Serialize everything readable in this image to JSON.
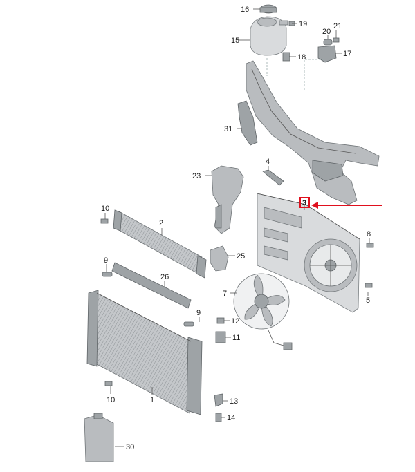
{
  "diagram": {
    "highlight_color": "#e0101e",
    "highlighted_callout": "3",
    "callouts": [
      {
        "id": "c16",
        "text": "16"
      },
      {
        "id": "c19",
        "text": "19"
      },
      {
        "id": "c15",
        "text": "15"
      },
      {
        "id": "c18",
        "text": "18"
      },
      {
        "id": "c20",
        "text": "20"
      },
      {
        "id": "c21",
        "text": "21"
      },
      {
        "id": "c17",
        "text": "17"
      },
      {
        "id": "c31",
        "text": "31"
      },
      {
        "id": "c4",
        "text": "4"
      },
      {
        "id": "c23",
        "text": "23"
      },
      {
        "id": "c3",
        "text": "3"
      },
      {
        "id": "c10a",
        "text": "10"
      },
      {
        "id": "c2",
        "text": "2"
      },
      {
        "id": "c8",
        "text": "8"
      },
      {
        "id": "c9a",
        "text": "9"
      },
      {
        "id": "c25",
        "text": "25"
      },
      {
        "id": "c26",
        "text": "26"
      },
      {
        "id": "c7",
        "text": "7"
      },
      {
        "id": "c5",
        "text": "5"
      },
      {
        "id": "c9b",
        "text": "9"
      },
      {
        "id": "c12",
        "text": "12"
      },
      {
        "id": "c11",
        "text": "11"
      },
      {
        "id": "c10b",
        "text": "10"
      },
      {
        "id": "c1",
        "text": "1"
      },
      {
        "id": "c13",
        "text": "13"
      },
      {
        "id": "c14",
        "text": "14"
      },
      {
        "id": "c30",
        "text": "30"
      }
    ]
  }
}
